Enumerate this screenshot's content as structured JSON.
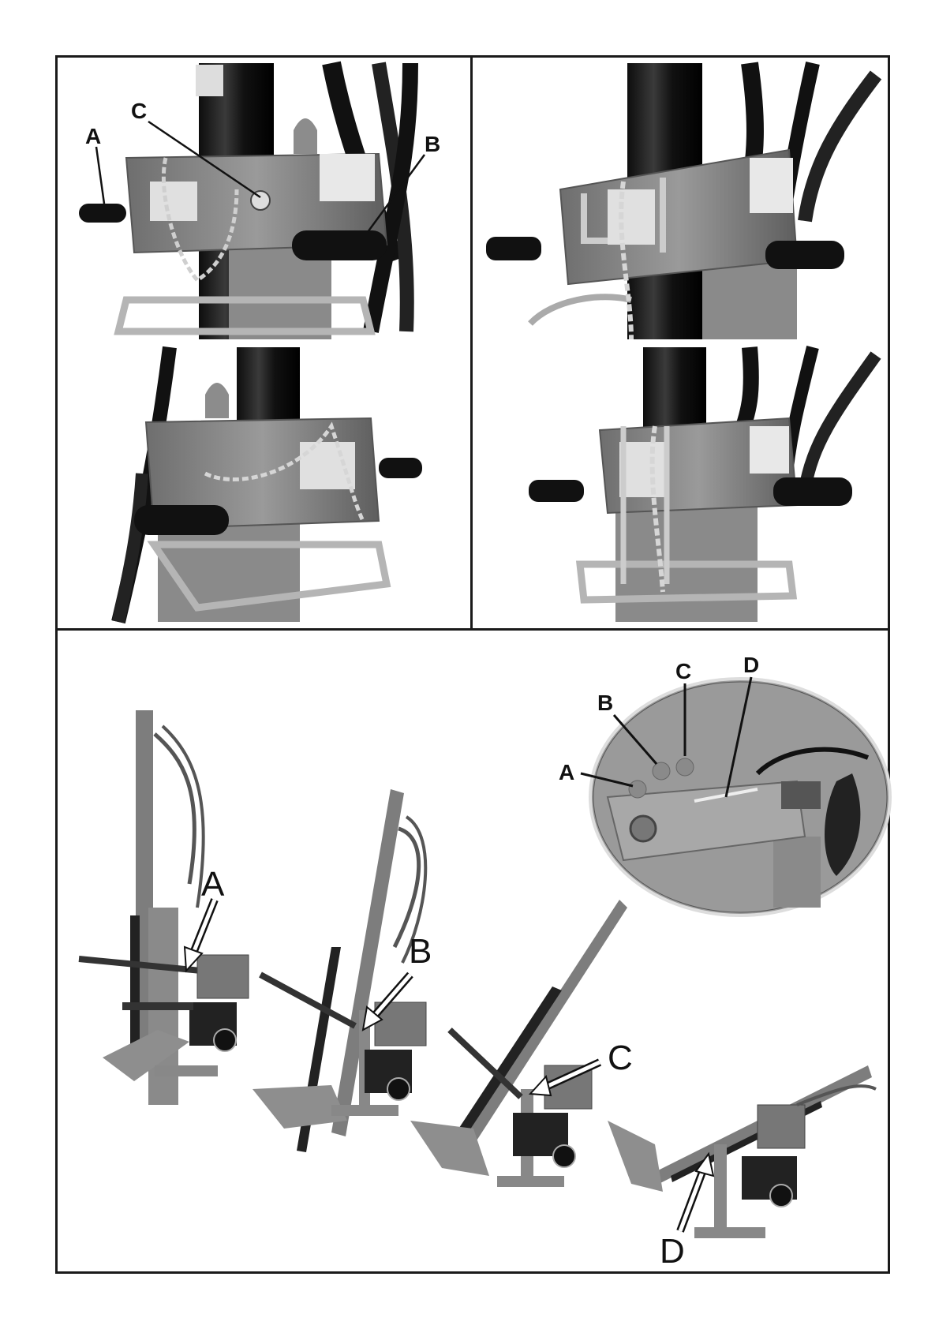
{
  "panels": {
    "top_left": {
      "labels": [
        "A",
        "B",
        "C"
      ]
    },
    "top_right": {
      "labels": []
    },
    "mid_left": {
      "labels": []
    },
    "mid_right": {
      "labels": []
    }
  },
  "bottom": {
    "machine_labels": [
      "A",
      "B",
      "C",
      "D"
    ],
    "inset_labels": [
      "A",
      "B",
      "C",
      "D"
    ]
  }
}
